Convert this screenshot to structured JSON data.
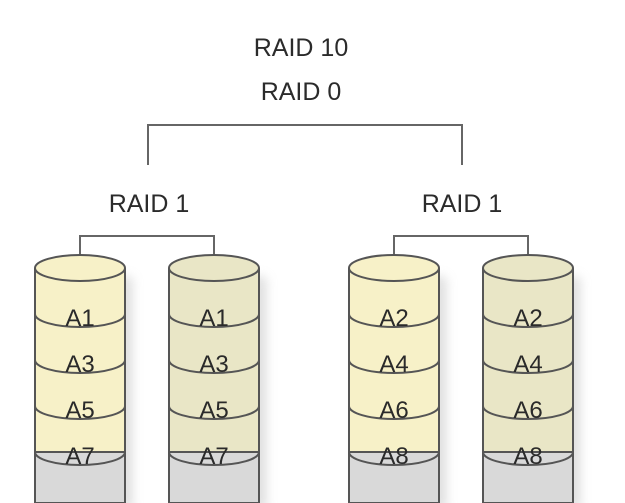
{
  "title": {
    "line1": "RAID 10",
    "line2": "RAID 0"
  },
  "colors": {
    "left_disk_fill": "#f7f1c8",
    "right_disk_fill": "#e9e6c6",
    "disk_bottom_fill": "#d9d9d9",
    "disk_stroke": "#555555",
    "line": "#666666",
    "shadow": "#c9c9c9"
  },
  "groups": [
    {
      "label": "RAID 1",
      "disks": [
        {
          "tone": "left",
          "blocks": [
            "A1",
            "A3",
            "A5",
            "A7"
          ]
        },
        {
          "tone": "right",
          "blocks": [
            "A1",
            "A3",
            "A5",
            "A7"
          ]
        }
      ]
    },
    {
      "label": "RAID 1",
      "disks": [
        {
          "tone": "left",
          "blocks": [
            "A2",
            "A4",
            "A6",
            "A8"
          ]
        },
        {
          "tone": "right",
          "blocks": [
            "A2",
            "A4",
            "A6",
            "A8"
          ]
        }
      ]
    }
  ]
}
